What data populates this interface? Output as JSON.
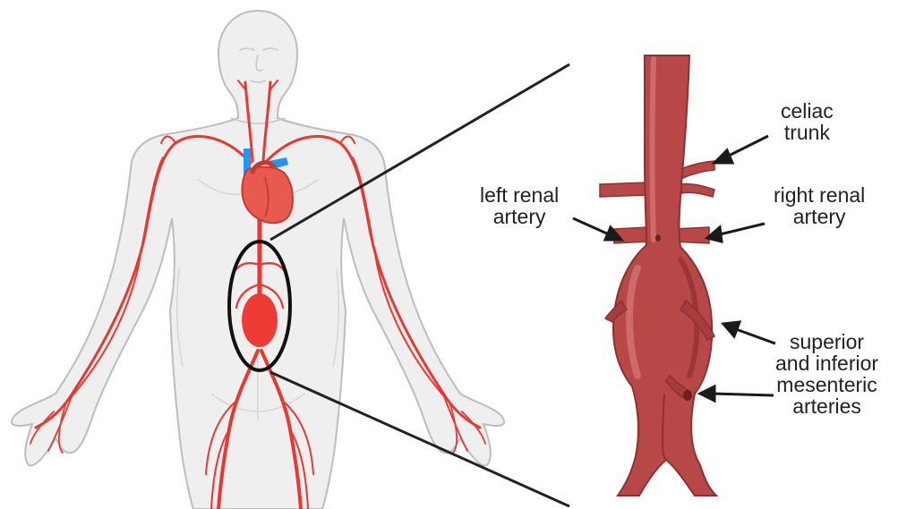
{
  "labels": {
    "celiac_trunk": [
      "celiac",
      "trunk"
    ],
    "left_renal_artery": [
      "left renal",
      "artery"
    ],
    "right_renal_artery": [
      "right renal",
      "artery"
    ],
    "mesenteric_arteries": [
      "superior",
      "and inferior",
      "mesenteric",
      "arteries"
    ]
  },
  "colors": {
    "body_fill": "#efefef",
    "body_outline": "#bdbdbd",
    "artery_red": "#e53935",
    "vein_blue": "#2196f3",
    "heart_red": "#e85a4f",
    "aorta_dark": "#a63c3c",
    "aorta_mid": "#b84848",
    "aorta_light": "#c85c5c",
    "arrow": "#1a1a1a"
  },
  "icons": {
    "figure": "human-body-silhouette",
    "heart": "heart-icon",
    "aneurysm_highlight": "ellipse-highlight",
    "zoom_detail": "abdominal-aortic-aneurysm-closeup"
  }
}
